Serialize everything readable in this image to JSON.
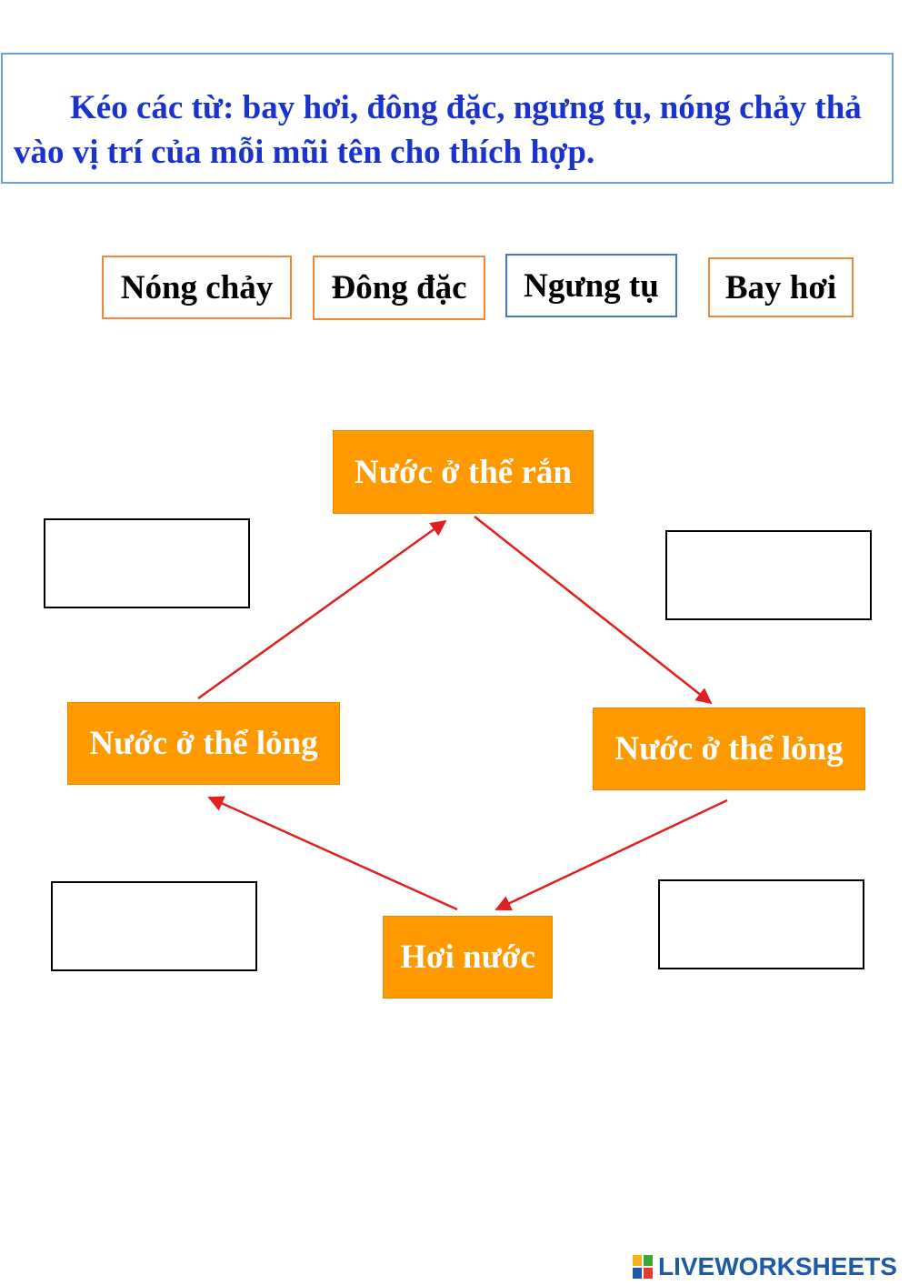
{
  "instruction": {
    "text": "Kéo các từ: bay hơi, đông đặc, ngưng tụ, nóng chảy thả vào vị trí của mỗi mũi tên cho thích hợp."
  },
  "word_bank": [
    {
      "label": "Nóng chảy"
    },
    {
      "label": "Đông đặc"
    },
    {
      "label": "Ngưng tụ"
    },
    {
      "label": "Bay hơi"
    }
  ],
  "states": {
    "solid": "Nước ở thể rắn",
    "liquid_left": "Nước ở thể lỏng",
    "liquid_right": "Nước ở thể lỏng",
    "vapor": "Hơi nước"
  },
  "colors": {
    "state_fill": "#ff9900",
    "arrow": "#e02020",
    "instruction_text": "#1a33cc",
    "card_border": "#f0883a",
    "card_border_alt": "#4a74c4"
  },
  "branding": {
    "text": "LIVEWORKSHEETS",
    "logo_icon": "liveworksheets-logo-icon"
  }
}
